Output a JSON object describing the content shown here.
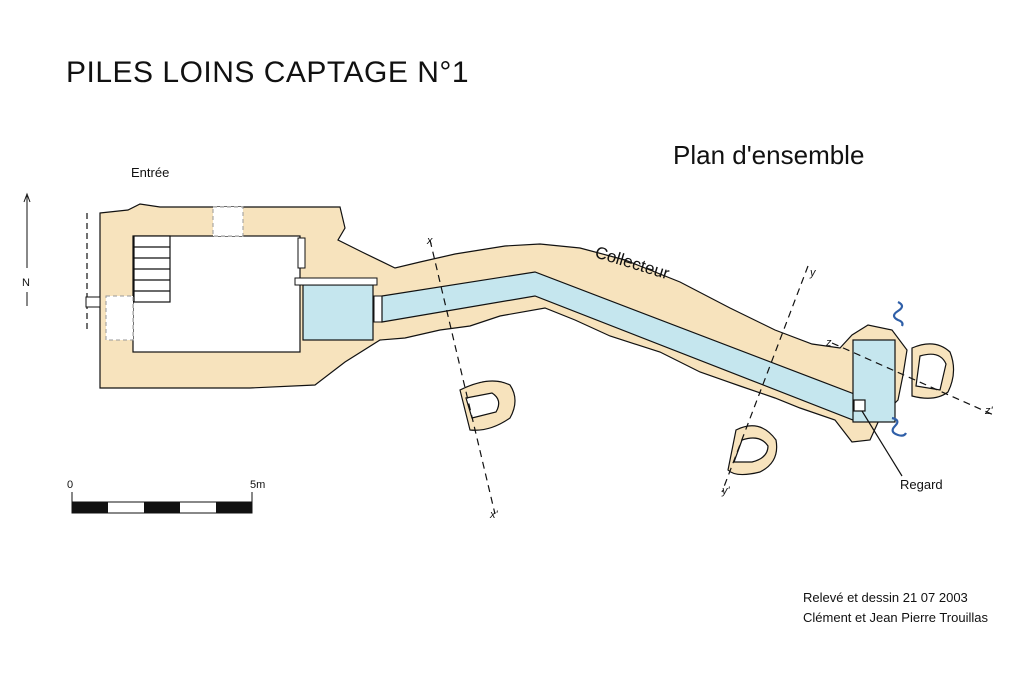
{
  "title": "PILES LOINS CAPTAGE N°1",
  "subtitle": "Plan d'ensemble",
  "labels": {
    "entrance": "Entrée",
    "collector": "Collecteur",
    "inspection": "Regard",
    "north": "N"
  },
  "section_marks": {
    "x_start": "x",
    "x_end": "x'",
    "y_start": "y",
    "y_end": "y'",
    "z_start": "z",
    "z_end": "z'"
  },
  "scale_bar": {
    "start_label": "0",
    "end_label": "5m"
  },
  "credits": {
    "line1": "Relevé et dessin 21 07 2003",
    "line2": "Clément et Jean Pierre Trouillas"
  },
  "colors": {
    "rock": "#f7e3bd",
    "water": "#c5e6ee",
    "outline": "#111111",
    "water_symbol": "#2f5fa8"
  }
}
